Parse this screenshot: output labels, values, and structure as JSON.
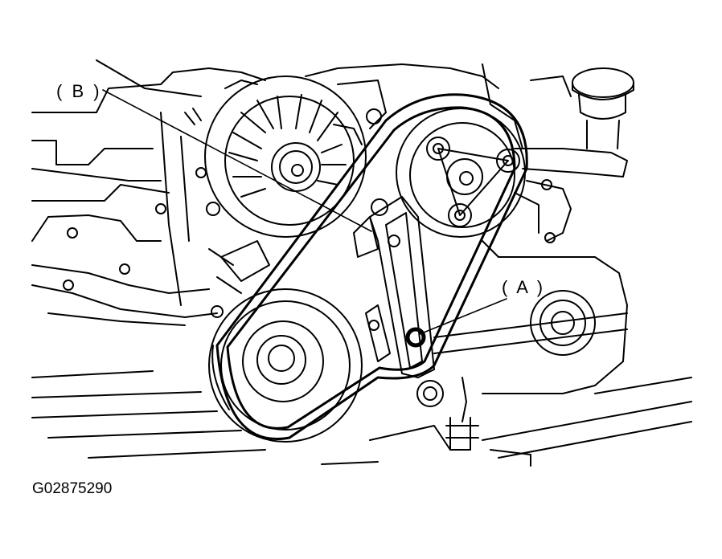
{
  "callouts": {
    "a": "( A )",
    "b": "( B )"
  },
  "figure_id": "G02875290",
  "colors": {
    "ink": "#000000",
    "paper": "#ffffff"
  }
}
